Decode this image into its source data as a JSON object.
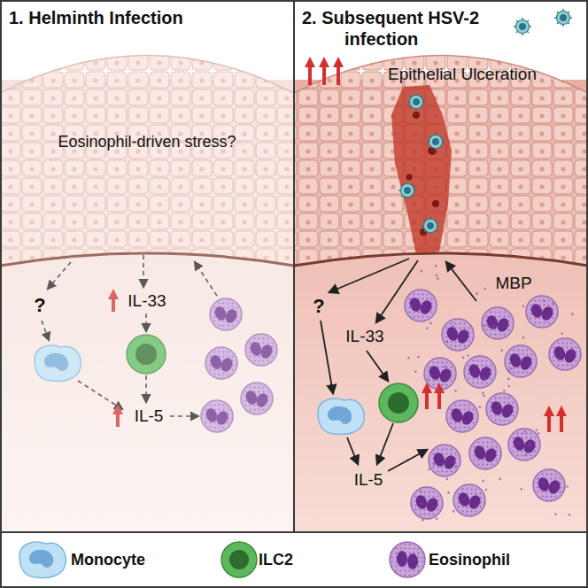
{
  "diagram": {
    "nodes": [
      {
        "text": [
          "1. Helminth Infection"
        ]
      },
      {
        "text": [
          "2. Subsequent HSV-2 infection"
        ]
      }
    ],
    "labels": [
      "Eosinophil-driven stress?",
      "?",
      "IL-33",
      "IL-5",
      "Epithelial Ulceration",
      "?",
      "IL-33",
      "IL-5",
      "MBP"
    ],
    "legend": [
      {
        "text": "Monocyte",
        "color": "#bfe0f5"
      },
      {
        "text": "ILC2",
        "color": "#5cb85c"
      },
      {
        "text": "Eosinophil",
        "color": "#c9a4d8"
      }
    ]
  }
}
